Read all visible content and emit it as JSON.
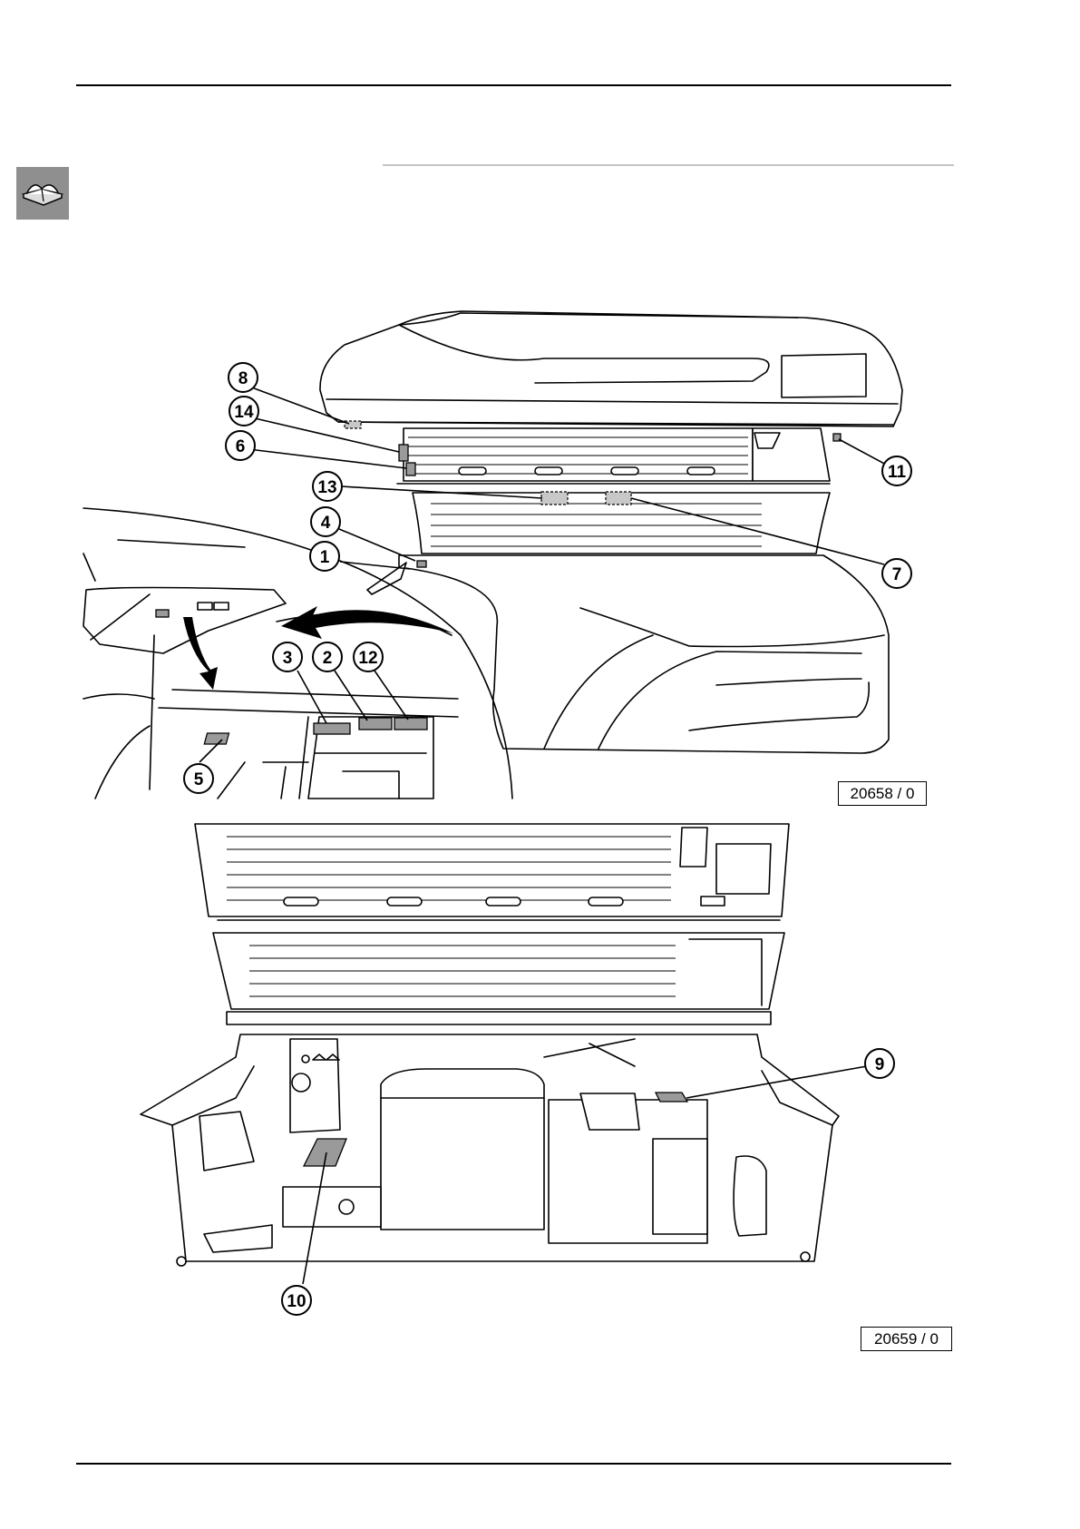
{
  "document": {
    "figure_top_ref": "20658 / 0",
    "figure_bottom_ref": "20659 / 0"
  },
  "icons": {
    "side_tab": "open-book-icon"
  },
  "callouts_top": [
    {
      "label": "8"
    },
    {
      "label": "14"
    },
    {
      "label": "6"
    },
    {
      "label": "13"
    },
    {
      "label": "4"
    },
    {
      "label": "1"
    },
    {
      "label": "11"
    },
    {
      "label": "7"
    },
    {
      "label": "3"
    },
    {
      "label": "2"
    },
    {
      "label": "12"
    },
    {
      "label": "5"
    }
  ],
  "callouts_bottom": [
    {
      "label": "9"
    },
    {
      "label": "10"
    }
  ],
  "colors": {
    "tab_grey": "#8f8f8f",
    "label_plate_grey": "#9a9a9a"
  }
}
